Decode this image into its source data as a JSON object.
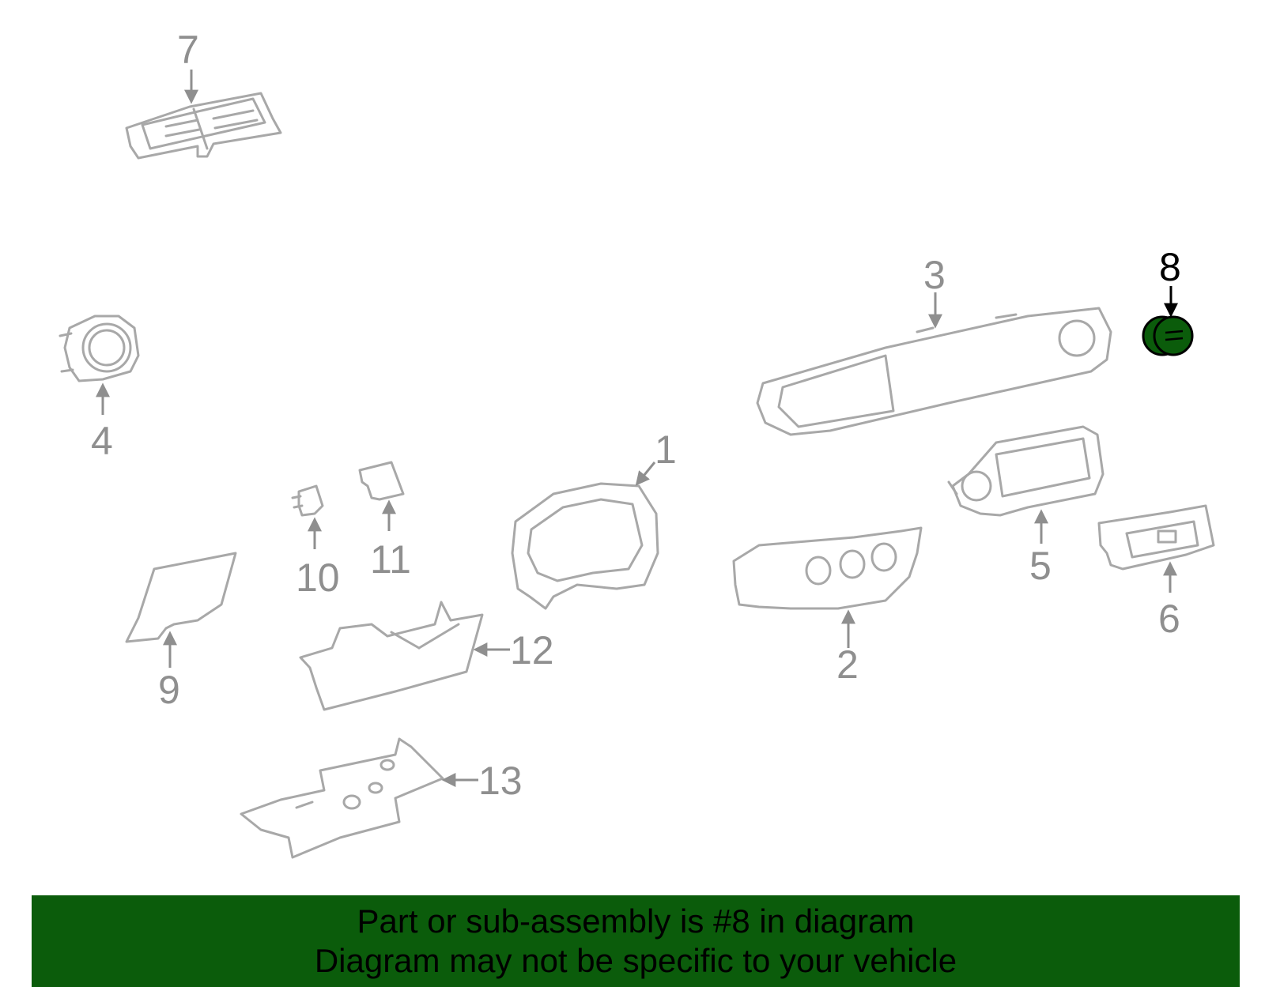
{
  "diagram": {
    "highlight_color": "#0b5c0b",
    "line_color": "#a8a8a8",
    "highlighted_part": "8",
    "callouts": [
      "1",
      "2",
      "3",
      "4",
      "5",
      "6",
      "7",
      "8",
      "9",
      "10",
      "11",
      "12",
      "13"
    ]
  },
  "banner": {
    "line1": "Part or sub-assembly is #8 in diagram",
    "line2": "Diagram may not be specific to your vehicle",
    "background": "#0b5c0b"
  }
}
